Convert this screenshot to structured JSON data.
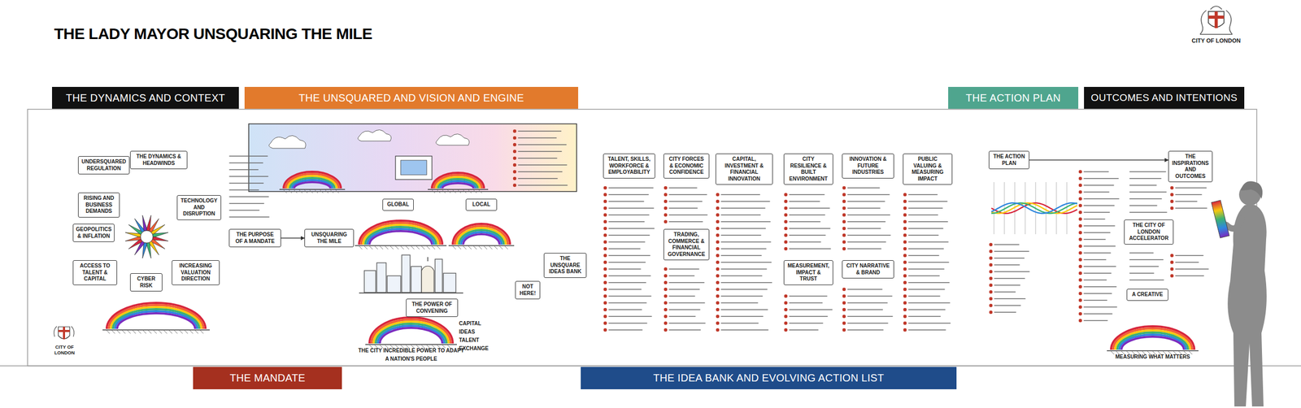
{
  "diagram": {
    "title": "THE LADY MAYOR UNSQUARING THE MILE",
    "nodes": [
      {
        "text": [
          "THE DYNAMICS AND CONTEXT"
        ]
      },
      {
        "text": [
          "THE UNSQUARED AND VISION AND ENGINE"
        ]
      },
      {
        "text": [
          "THE ACTION PLAN"
        ]
      },
      {
        "text": [
          "OUTCOMES AND INTENTIONS"
        ]
      },
      {
        "text": [
          "THE MANDATE"
        ]
      },
      {
        "text": [
          "THE IDEA BANK AND EVOLVING ACTION LIST"
        ]
      },
      {
        "text": [
          "THE DYNAMICS & HEADWINDS"
        ]
      },
      {
        "text": [
          "UNDERSQUARED REGULATION"
        ]
      },
      {
        "text": [
          "RISING AND BUSINESS DEMANDS"
        ]
      },
      {
        "text": [
          "GEOPOLITICS & INFLATION"
        ]
      },
      {
        "text": [
          "TECHNOLOGY AND DISRUPTION"
        ]
      },
      {
        "text": [
          "ACCESS TO TALENT & CAPITAL"
        ]
      },
      {
        "text": [
          "CYBER RISK"
        ]
      },
      {
        "text": [
          "INCREASING VALUATION DIRECTION"
        ]
      },
      {
        "text": [
          "THE PURPOSE OF A MANDATE"
        ]
      },
      {
        "text": [
          "UNSQUARING THE MILE"
        ]
      },
      {
        "text": [
          "GLOBAL"
        ]
      },
      {
        "text": [
          "LOCAL"
        ]
      },
      {
        "text": [
          "THE POWER OF CONVENING"
        ]
      },
      {
        "text": [
          "THE UNSQUARE IDEAS BANK"
        ]
      },
      {
        "text": [
          "NOT HERE!"
        ]
      },
      {
        "text": [
          "TALENT, SKILLS, WORKFORCE & EMPLOYABILITY"
        ]
      },
      {
        "text": [
          "CITY FORCES & ECONOMIC CONFIDENCE"
        ]
      },
      {
        "text": [
          "CAPITAL, INVESTMENT & FINANCIAL INNOVATION"
        ]
      },
      {
        "text": [
          "CITY RESILIENCE & BUILT ENVIRONMENT"
        ]
      },
      {
        "text": [
          "INNOVATION & FUTURE INDUSTRIES"
        ]
      },
      {
        "text": [
          "PUBLIC VALUING & MEASURING IMPACT"
        ]
      },
      {
        "text": [
          "TRADING, COMMERCE & FINANCIAL GOVERNANCE"
        ]
      },
      {
        "text": [
          "MEASUREMENT, IMPACT & TRUST"
        ]
      },
      {
        "text": [
          "CITY NARRATIVE & BRAND"
        ]
      },
      {
        "text": [
          "THE ACTION PLAN"
        ]
      },
      {
        "text": [
          "THE INSPIRATIONS AND OUTCOMES"
        ]
      },
      {
        "text": [
          "THE CITY OF LONDON ACCELERATOR"
        ]
      },
      {
        "text": [
          "A CREATIVE"
        ]
      }
    ],
    "edges": [
      {
        "from": 14,
        "to": 15,
        "arrow": "to"
      },
      {
        "from": 30,
        "to": 31,
        "arrow": "to"
      }
    ],
    "labels": [
      "CITY OF LONDON",
      "CITY OF LONDON",
      "THE CITY INCREDIBLE POWER TO ADAPT",
      "A NATION'S PEOPLE",
      "CAPITAL",
      "IDEAS",
      "TALENT",
      "EXCHANGE",
      "MEASURING WHAT MATTERS"
    ]
  }
}
